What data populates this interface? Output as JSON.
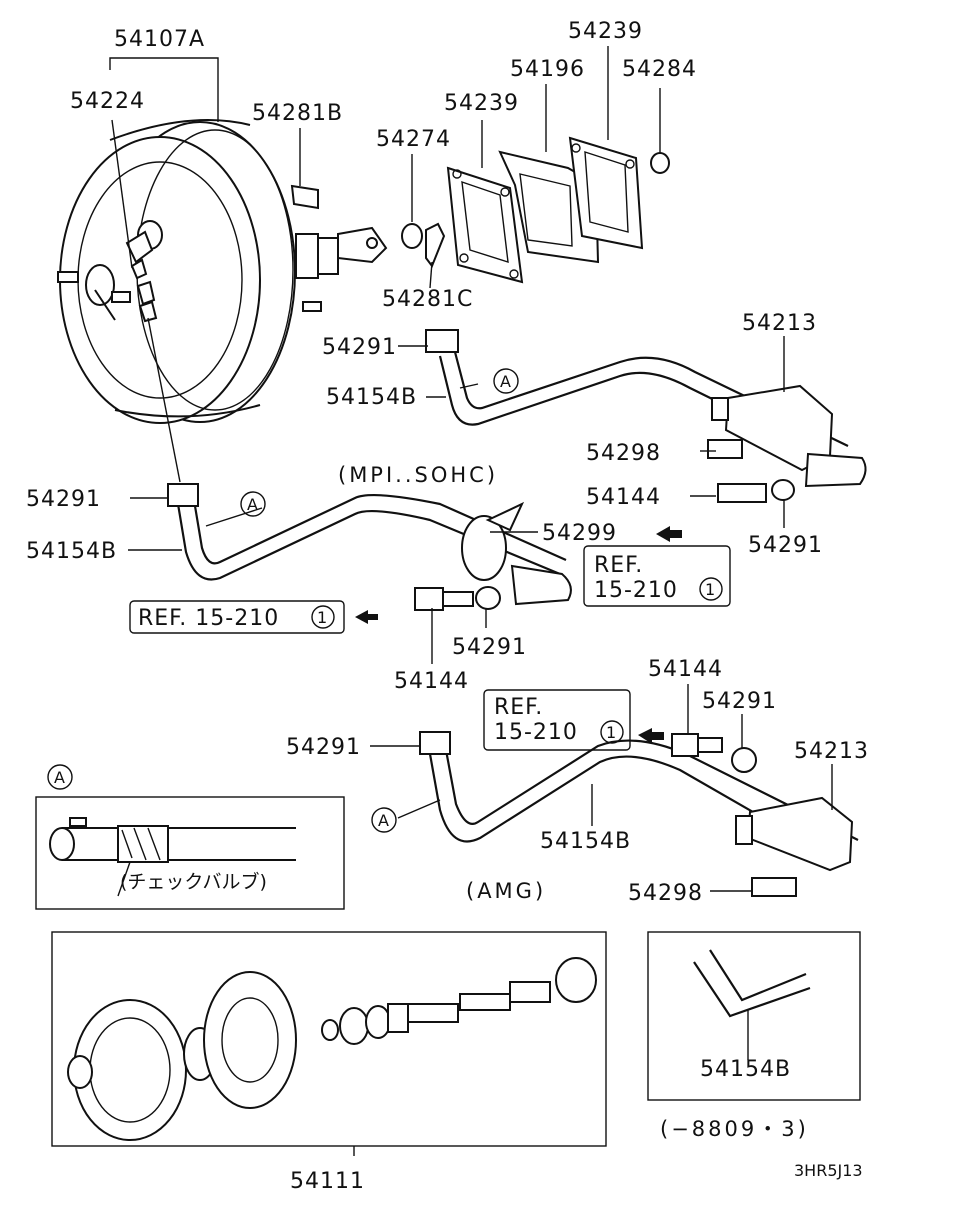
{
  "diagram": {
    "parts": {
      "booster": "54107A",
      "check_valve_fitting": "54224",
      "pin_bolt": "54281B",
      "washer": "54274",
      "gasket_a": "54239",
      "spacer": "54196",
      "gasket_b": "54239",
      "nut": "54284",
      "snap_pin": "54281C",
      "bracket_sohc": "54213",
      "bracket_amg": "54213",
      "bolt_sohc": "54298",
      "bolt_amg": "54298",
      "clamp_upper_left": "54291",
      "clamp_mid_left": "54291",
      "clamp_sohc_right": "54291",
      "clamp_sohc_center": "54291",
      "clamp_amg_left": "54291",
      "clamp_amg_right": "54291",
      "hose_upper": "54154B",
      "hose_mid": "54154B",
      "hose_amg": "54154B",
      "hose_inset": "54154B",
      "fitting_sohc_right": "54144",
      "fitting_sohc_center": "54144",
      "fitting_amg": "54144",
      "clip": "54299",
      "overhaul_kit": "54111"
    },
    "markers": {
      "a": "A"
    },
    "refs": {
      "ref_left": "REF. 15-210",
      "ref_line1": "REF.",
      "ref_line2": "15-210",
      "ref_num": "1"
    },
    "notes": {
      "mpi_sohc": "(MPI..SOHC)",
      "amg": "(AMG)",
      "check_valve": "(チェックバルブ)",
      "date_code": "(−8809・3)",
      "diagram_id": "3HR5J13"
    }
  }
}
